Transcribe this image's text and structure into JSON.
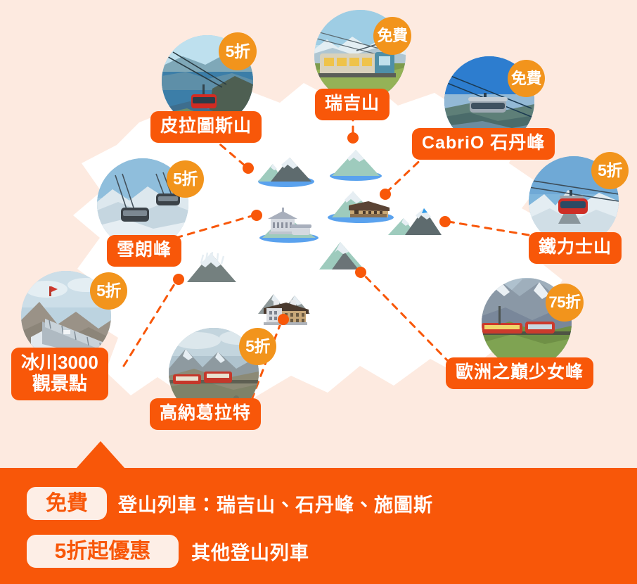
{
  "theme": {
    "background": "#FDEAE0",
    "map_fill": "#FFFFFF",
    "accent_orange": "#F85709",
    "badge_orange": "#F2941C",
    "chip_cream": "#FDEEE6"
  },
  "destinations": [
    {
      "id": "pilatus",
      "label": "皮拉圖斯山",
      "badge": "5折",
      "photo_alt": "pilatus-cable-car-over-lake-lucerne"
    },
    {
      "id": "rigi",
      "label": "瑞吉山",
      "badge": "免費",
      "photo_alt": "rigi-cogwheel-train-on-green-slope"
    },
    {
      "id": "stanserhorn",
      "label": "CabriO 石丹峰",
      "badge": "免費",
      "photo_alt": "stanserhorn-cabrio-open-top-cable-car"
    },
    {
      "id": "schilthorn",
      "label": "雪朗峰",
      "badge": "5折",
      "photo_alt": "schilthorn-cable-cars-over-snow"
    },
    {
      "id": "titlis",
      "label": "鐵力士山",
      "badge": "5折",
      "photo_alt": "titlis-rotair-cable-car-over-glacier"
    },
    {
      "id": "glacier3000",
      "label": "冰川3000\n觀景點",
      "badge": "5折",
      "photo_alt": "glacier-3000-peak-walk-suspension-bridge"
    },
    {
      "id": "gornergrat",
      "label": "高納葛拉特",
      "badge": "5折",
      "photo_alt": "gornergrat-red-railway-train"
    },
    {
      "id": "jungfraujoch",
      "label": "歐洲之巔少女峰",
      "badge": "75折",
      "photo_alt": "jungfrau-railway-red-train-below-eiger"
    }
  ],
  "banner": {
    "rows": [
      {
        "chip": "免費",
        "text": "登山列車：瑞吉山、石丹峰、施圖斯"
      },
      {
        "chip": "5折起優惠",
        "text": "其他登山列車"
      }
    ]
  }
}
